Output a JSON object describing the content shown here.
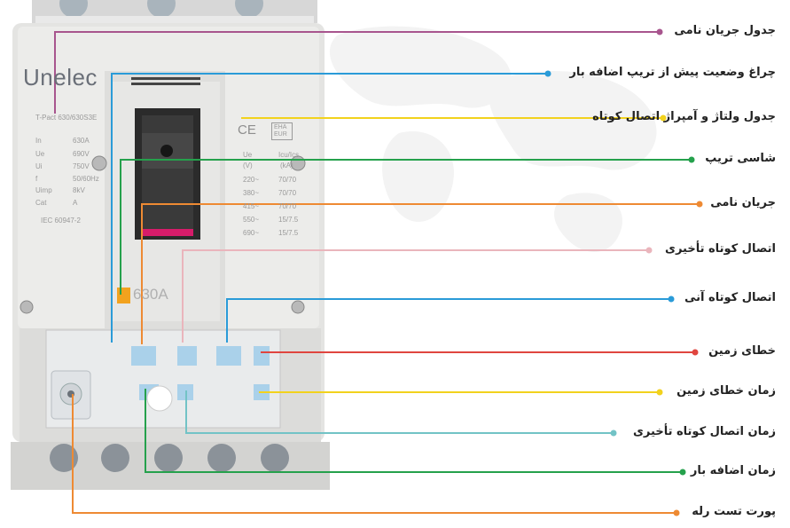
{
  "device": {
    "brand": "Unelec",
    "model": "T-Pact 630/630S3E",
    "spec_rows": [
      [
        "In",
        "630A"
      ],
      [
        "Ue",
        "690V"
      ],
      [
        "Ui",
        "750V"
      ],
      [
        "f",
        "50/60Hz"
      ],
      [
        "Uimp",
        "8kV"
      ],
      [
        "Cat",
        "A"
      ]
    ],
    "standard": "IEC 60947-2",
    "ce_mark": "CE",
    "eac_mark": "EHA EUR",
    "voltage_table": {
      "headers": [
        "Ue",
        "Icu/Ics"
      ],
      "units": [
        "(V)",
        "(kA)"
      ],
      "rows": [
        [
          "220~",
          "70/70"
        ],
        [
          "380~",
          "70/70"
        ],
        [
          "415~",
          "70/70"
        ],
        [
          "550~",
          "15/7.5"
        ],
        [
          "690~",
          "15/7.5"
        ]
      ]
    },
    "rating_tag": "630A"
  },
  "annotations": [
    {
      "id": "rated-current-table",
      "label": "جدول جریان نامی",
      "color": "#a8558e"
    },
    {
      "id": "overload-prealarm-lamp",
      "label": "چراغ وضعیت پیش از تریپ اضافه بار",
      "color": "#2a9bd8"
    },
    {
      "id": "voltage-sc-table",
      "label": "جدول ولتاژ و آمپراژ اتصال کوتاه",
      "color": "#f2d21d"
    },
    {
      "id": "trip-chassis",
      "label": "شاسی تریپ",
      "color": "#25a14c"
    },
    {
      "id": "rated-current",
      "label": "جریان نامی",
      "color": "#ee8a33"
    },
    {
      "id": "short-time-sc",
      "label": "اتصال کوتاه تأخیری",
      "color": "#eab5bc"
    },
    {
      "id": "instant-sc",
      "label": "اتصال کوتاه آنی",
      "color": "#2a9bd8"
    },
    {
      "id": "ground-fault",
      "label": "خطای زمین",
      "color": "#e0453f"
    },
    {
      "id": "ground-fault-time",
      "label": "زمان خطای زمین",
      "color": "#f2d21d"
    },
    {
      "id": "short-time-sc-time",
      "label": "زمان اتصال کوتاه تأخیری",
      "color": "#72c3c6"
    },
    {
      "id": "overload-time",
      "label": "زمان اضافه بار",
      "color": "#25a14c"
    },
    {
      "id": "relay-test-port",
      "label": "پورت تست رله",
      "color": "#ee8a33"
    }
  ]
}
